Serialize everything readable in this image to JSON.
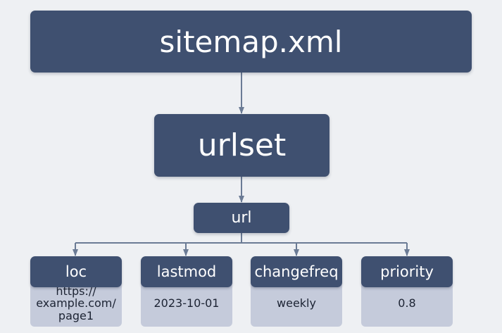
{
  "diagram": {
    "root": {
      "label": "sitemap.xml"
    },
    "urlset": {
      "label": "urlset"
    },
    "url": {
      "label": "url"
    },
    "fields": [
      {
        "key": "loc",
        "value": "https://\nexample.com/\npage1"
      },
      {
        "key": "lastmod",
        "value": "2023-10-01"
      },
      {
        "key": "changefreq",
        "value": "weekly"
      },
      {
        "key": "priority",
        "value": "0.8"
      }
    ],
    "colors": {
      "node": "#3f5070",
      "leaf_value": "#c5cbdb",
      "connector": "#6b7b95",
      "background": "#eef0f3"
    }
  }
}
